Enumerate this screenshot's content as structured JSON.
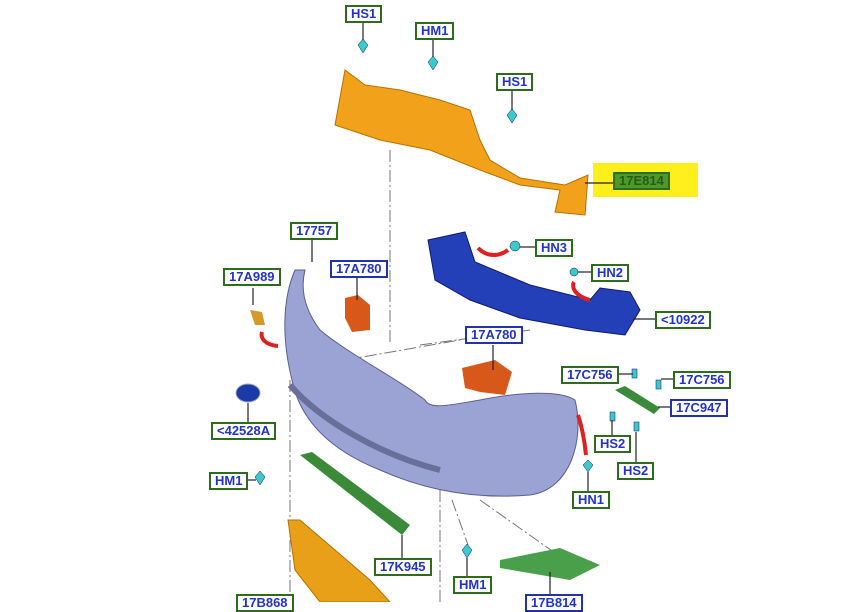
{
  "labels": {
    "hs1_top": "HS1",
    "hm1_top": "HM1",
    "hs1_right": "HS1",
    "p17e814": "17E814",
    "hn3": "HN3",
    "hn2": "HN2",
    "p10922": "<10922",
    "p17757": "17757",
    "p17a989": "17A989",
    "p17a780_a": "17A780",
    "p17a780_b": "17A780",
    "p42528a": "<42528A",
    "p17c756_a": "17C756",
    "p17c756_b": "17C756",
    "p17c947": "17C947",
    "hs2_a": "HS2",
    "hs2_b": "HS2",
    "hn1": "HN1",
    "hm1_left": "HM1",
    "p17k945": "17K945",
    "hm1_bottom": "HM1",
    "p17b868": "17B868",
    "p17b814": "17B814"
  },
  "colors": {
    "label_border_green": "#2e6b1e",
    "label_border_blue": "#2233aa",
    "label_text": "#2233cc",
    "highlight": "#ffef1a"
  }
}
